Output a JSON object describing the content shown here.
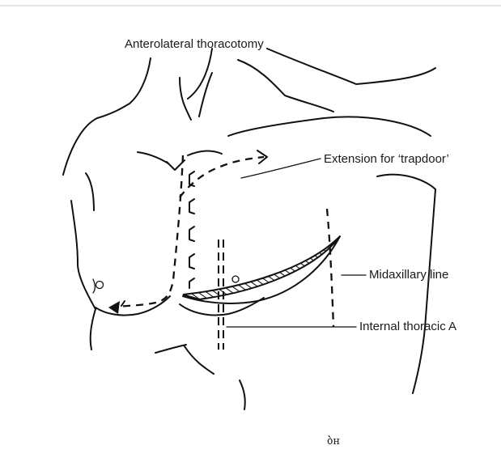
{
  "figure": {
    "labels": {
      "title": "Anterolateral thoracotomy",
      "trapdoor": "Extension for ‘trapdoor’",
      "midaxillary": "Midaxillary line",
      "internal_thoracic": "Internal thoracic A"
    },
    "signature": "ბн",
    "colors": {
      "ink": "#111111",
      "rule": "#dddddd",
      "background": "#ffffff"
    }
  }
}
